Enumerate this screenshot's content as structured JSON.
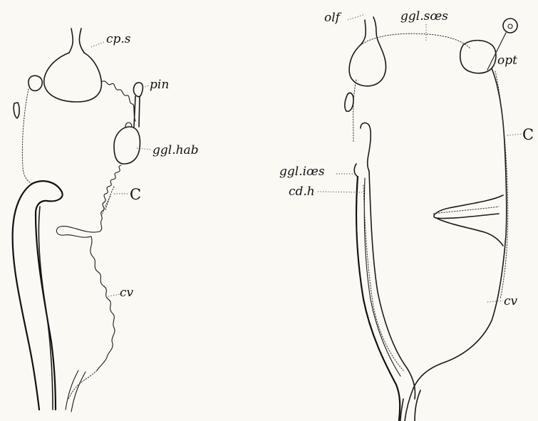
{
  "left_figure": {
    "labels": {
      "cp_s": "cp.s",
      "pin": "pin",
      "ggl_hab": "ggl.hab",
      "c": "C",
      "cv": "cv"
    }
  },
  "right_figure": {
    "labels": {
      "olf": "olf",
      "ggl_soes": "ggl.sœs",
      "opt": "opt",
      "c": "C",
      "ggl_ioes": "ggl.iœs",
      "cd_h": "cd.h",
      "cv": "cv"
    }
  }
}
